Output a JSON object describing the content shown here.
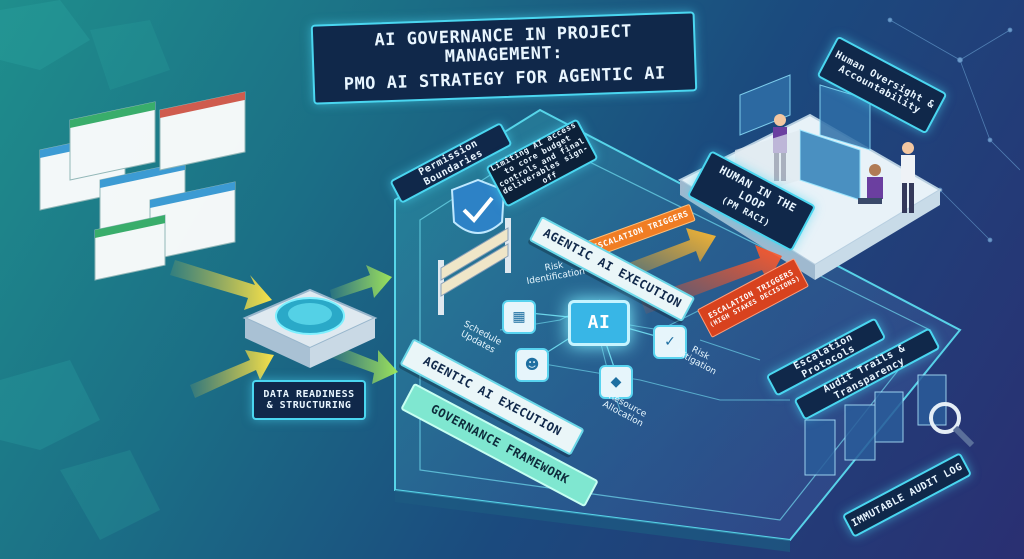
{
  "title": {
    "line1": "AI GOVERNANCE IN PROJECT MANAGEMENT:",
    "line2": "PMO AI STRATEGY FOR AGENTIC AI"
  },
  "labels": {
    "human_oversight": "Human Oversight & Accountability",
    "permission_boundaries": "Permission Boundaries",
    "permission_note": "Limiting AI access to core budget controls and final deliverables sign-off",
    "human_in_loop": "HUMAN IN THE LOOP",
    "pm_raci": "(PM RACI)",
    "escalation_triggers": "ESCALATION TRIGGERS",
    "escalation_triggers_high": "ESCALATION TRIGGERS",
    "high_stakes": "(HIGH STAKES DECISIONS)",
    "agentic_top": "AGENTIC AI EXECUTION",
    "agentic_bottom": "AGENTIC AI EXECUTION",
    "data_readiness_1": "DATA READINESS",
    "data_readiness_2": "& STRUCTURING",
    "governance_framework": "GOVERNANCE FRAMEWORK",
    "escalation_protocols": "Escalation Protocols",
    "audit_trails": "Audit Trails & Transparency",
    "immutable_audit_log": "IMMUTABLE AUDIT LOG",
    "ai_chip": "AI"
  },
  "nodes": {
    "risk_identification": "Risk Identification",
    "schedule_updates": "Schedule Updates",
    "risk_mitigation": "Risk Mitigation",
    "resource_allocation": "Resource Allocation"
  },
  "colors": {
    "neon": "#4ad6f0",
    "orange": "#f07d24",
    "red": "#d8421e",
    "navy": "#10284a"
  }
}
